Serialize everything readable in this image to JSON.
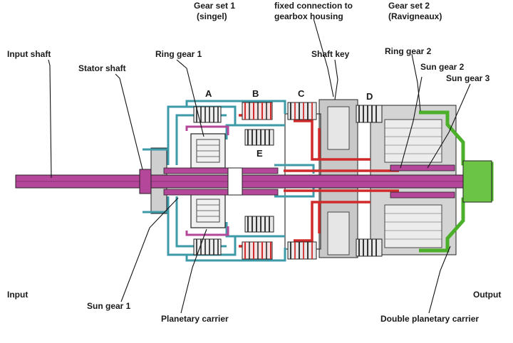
{
  "diagram": {
    "labels": {
      "gear_set_1_line1": "Gear set 1",
      "gear_set_1_line2": "(singel)",
      "fixed_connection_line1": "fixed connection to",
      "fixed_connection_line2": "gearbox housing",
      "gear_set_2_line1": "Gear set 2",
      "gear_set_2_line2": "(Ravigneaux)",
      "input_shaft": "Input shaft",
      "stator_shaft": "Stator shaft",
      "ring_gear_1": "Ring gear 1",
      "shaft_key": "Shaft key",
      "ring_gear_2": "Ring gear 2",
      "sun_gear_2": "Sun gear 2",
      "sun_gear_3": "Sun gear 3",
      "input": "Input",
      "output": "Output",
      "sun_gear_1": "Sun gear 1",
      "planetary_carrier": "Planetary carrier",
      "double_planetary_carrier": "Double planetary carrier"
    },
    "clutches": {
      "a": "A",
      "b": "B",
      "c": "C",
      "d": "D",
      "e": "E"
    },
    "colors": {
      "input_magenta": "#b5479a",
      "shaft_cyan": "#3d9aa8",
      "brake_red": "#d12a2a",
      "output_green": "#4caf2a",
      "housing_gray": "#a8a8a8",
      "outline": "#1a1a1a"
    }
  }
}
